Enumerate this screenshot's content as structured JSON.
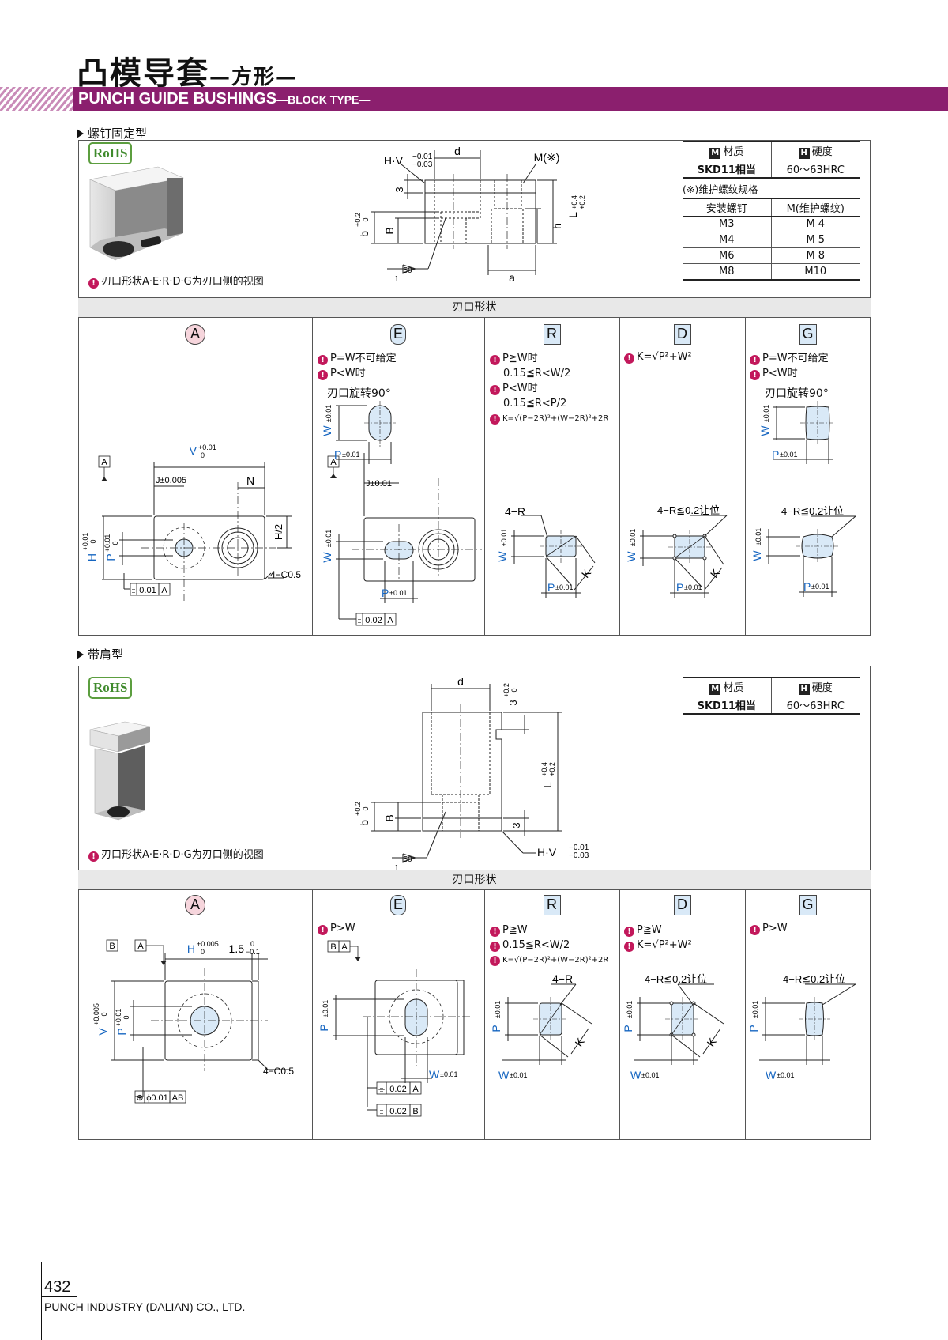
{
  "header": {
    "title_zh": "凸模导套",
    "title_zh_suffix": "—方形—",
    "title_en": "PUNCH GUIDE BUSHINGS",
    "title_en_suffix": "—BLOCK TYPE—"
  },
  "section1": {
    "label": "螺钉固定型",
    "rohs": "RoHS",
    "note": "刃口形状A·E·R·D·G为刃口侧的视图",
    "material_table": {
      "col1_icon": "M",
      "col1": "材质",
      "col2_icon": "H",
      "col2": "硬度",
      "material": "SKD11相当",
      "hardness": "60～63HRC"
    },
    "thread_note": "(※)维护螺纹规格",
    "thread_table": {
      "head1": "安装螺钉",
      "head2": "M(维护螺纹)",
      "rows": [
        {
          "screw": "M3",
          "thread": "M 4"
        },
        {
          "screw": "M4",
          "thread": "M 5"
        },
        {
          "screw": "M6",
          "thread": "M 8"
        },
        {
          "screw": "M8",
          "thread": "M10"
        }
      ]
    },
    "drawing": {
      "hv": "H·V",
      "hv_tol_up": "−0.01",
      "hv_tol_dn": "−0.03",
      "d": "d",
      "m": "M(※)",
      "three": "3",
      "l": "L",
      "l_tol_up": "+0.4",
      "l_tol_dn": "+0.2",
      "h": "h",
      "b": "b",
      "b_tol_up": "+0.2",
      "b_tol_dn": "0",
      "B": "B",
      "a": "a",
      "ratio_top": "50",
      "ratio_bot": "1"
    },
    "shape_header": "刃口形状",
    "shapes": {
      "A": {
        "badge": "A",
        "v": "V",
        "v_tol_up": "+0.01",
        "v_tol_dn": "0",
        "j": "J±0.005",
        "n": "N",
        "h2": "H/2",
        "h": "H",
        "h_tol_up": "+0.01",
        "h_tol_dn": "0",
        "p": "P",
        "p_tol_up": "+0.01",
        "p_tol_dn": "0",
        "chamfer": "4−C0.5",
        "ref": "A",
        "gdt_sym": "⌯",
        "gdt_val": "0.01",
        "gdt_ref": "A"
      },
      "E": {
        "badge": "E",
        "notes": [
          "P=W不可给定",
          "P<W时"
        ],
        "rotate": "刃口旋转90°",
        "w": "W",
        "w_tol": "±0.01",
        "p": "P",
        "p_tol": "±0.01",
        "j": "J±0.01",
        "ref": "A",
        "gdt_sym": "⌯",
        "gdt_val": "0.02",
        "gdt_ref": "A"
      },
      "R": {
        "badge": "R",
        "notes": [
          "P≧W时",
          "0.15≦R<W/2",
          "P<W时",
          "0.15≦R<P/2"
        ],
        "formula": "K=√(P−2R)²+(W−2R)²+2R",
        "corner": "4−R",
        "w": "W",
        "w_tol": "±0.01",
        "p": "P",
        "p_tol": "±0.01",
        "k": "K"
      },
      "D": {
        "badge": "D",
        "formula": "K=√P²+W²",
        "corner": "4−R≦0.2让位",
        "w": "W",
        "w_tol": "±0.01",
        "p": "P",
        "p_tol": "±0.01",
        "k": "K"
      },
      "G": {
        "badge": "G",
        "notes": [
          "P=W不可给定",
          "P<W时"
        ],
        "rotate": "刃口旋转90°",
        "w": "W",
        "w_tol": "±0.01",
        "p": "P",
        "p_tol": "±0.01",
        "corner": "4−R≦0.2让位"
      }
    }
  },
  "section2": {
    "label": "带肩型",
    "rohs": "RoHS",
    "note": "刃口形状A·E·R·D·G为刃口侧的视图",
    "material_table": {
      "col1_icon": "M",
      "col1": "材质",
      "col2_icon": "H",
      "col2": "硬度",
      "material": "SKD11相当",
      "hardness": "60～63HRC"
    },
    "drawing": {
      "d": "d",
      "three_top": "3",
      "three_top_tol_up": "+0.2",
      "three_top_tol_dn": "0",
      "l": "L",
      "l_tol_up": "+0.4",
      "l_tol_dn": "+0.2",
      "b": "b",
      "b_tol_up": "+0.2",
      "b_tol_dn": "0",
      "B": "B",
      "three": "3",
      "hv": "H·V",
      "hv_tol_up": "−0.01",
      "hv_tol_dn": "−0.03",
      "ratio_top": "50",
      "ratio_bot": "1"
    },
    "shape_header": "刃口形状",
    "shapes": {
      "A": {
        "badge": "A",
        "h": "H",
        "h_tol_up": "+0.005",
        "h_tol_dn": "0",
        "shoulder": "1.5",
        "shoulder_tol_up": "0",
        "shoulder_tol_dn": "−0.1",
        "v": "V",
        "v_tol_up": "+0.005",
        "v_tol_dn": "0",
        "p": "P",
        "p_tol_up": "+0.01",
        "p_tol_dn": "0",
        "chamfer": "4−C0.5",
        "ref_b": "B",
        "ref_a": "A",
        "gdt_sym": "⊕",
        "gdt_val": "ϕ0.01",
        "gdt_ref": "AB"
      },
      "E": {
        "badge": "E",
        "notes": [
          "P>W"
        ],
        "p": "P",
        "p_tol": "±0.01",
        "w": "W",
        "w_tol": "±0.01",
        "ref_b": "B",
        "ref_a": "A",
        "gdt1_sym": "⌯",
        "gdt1_val": "0.02",
        "gdt1_ref": "A",
        "gdt2_sym": "⌯",
        "gdt2_val": "0.02",
        "gdt2_ref": "B"
      },
      "R": {
        "badge": "R",
        "notes": [
          "P≧W",
          "0.15≦R<W/2"
        ],
        "formula": "K=√(P−2R)²+(W−2R)²+2R",
        "corner": "4−R",
        "p": "P",
        "p_tol": "±0.01",
        "w": "W",
        "w_tol": "±0.01",
        "k": "K"
      },
      "D": {
        "badge": "D",
        "notes": [
          "P≧W"
        ],
        "formula": "K=√P²+W²",
        "corner": "4−R≦0.2让位",
        "p": "P",
        "p_tol": "±0.01",
        "w": "W",
        "w_tol": "±0.01",
        "k": "K"
      },
      "G": {
        "badge": "G",
        "notes": [
          "P>W"
        ],
        "corner": "4−R≦0.2让位",
        "p": "P",
        "p_tol": "±0.01",
        "w": "W",
        "w_tol": "±0.01"
      }
    }
  },
  "footer": {
    "page_number": "432",
    "company": "PUNCH INDUSTRY (DALIAN) CO., LTD."
  },
  "colors": {
    "accent_purple": "#8b1f6e",
    "dimension_blue": "#1565c0",
    "note_magenta": "#c2185b",
    "rohs_green": "#3f8a2c"
  }
}
